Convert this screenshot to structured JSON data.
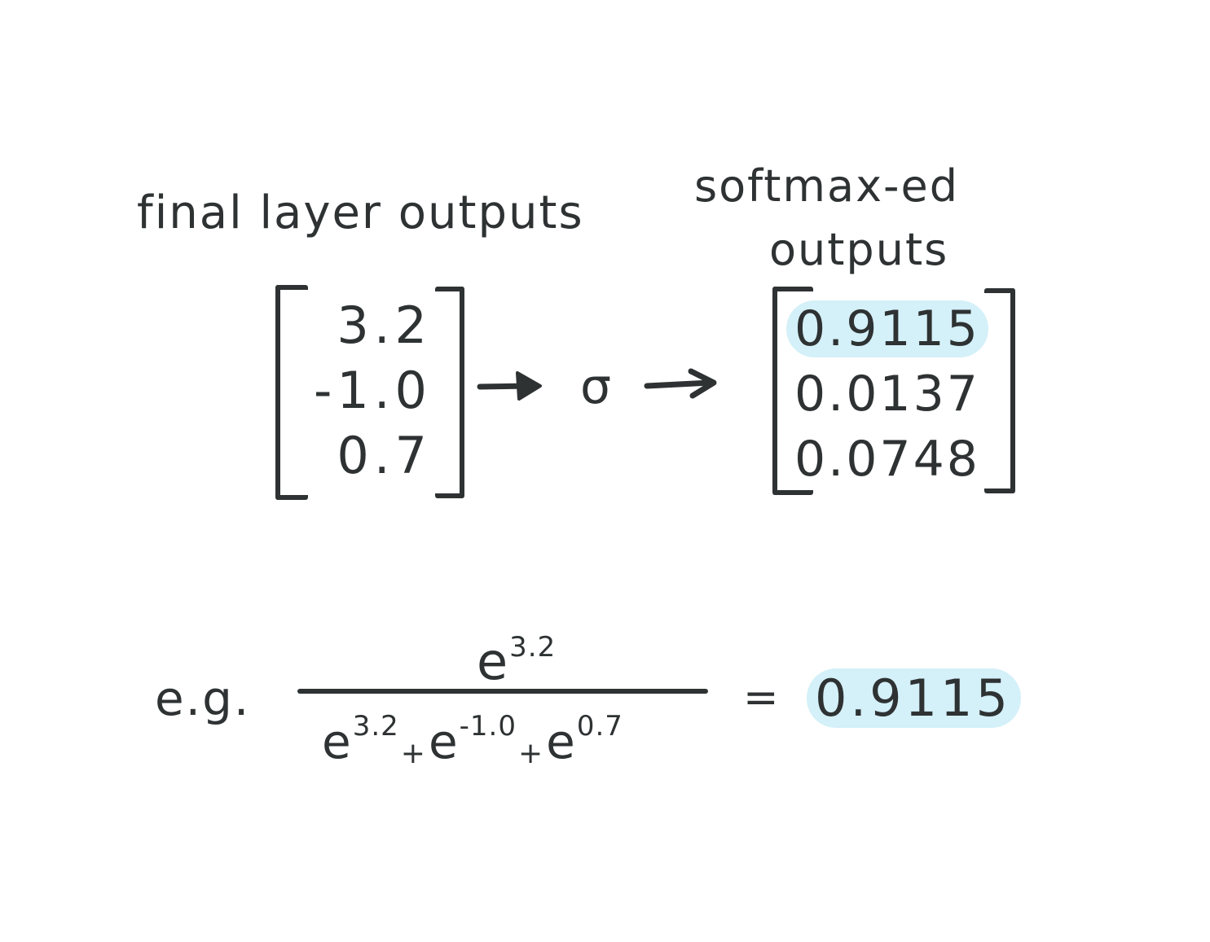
{
  "diagram": {
    "input": {
      "label": "final layer outputs",
      "values": [
        "3.2",
        "-1.0",
        "0.7"
      ]
    },
    "operation": {
      "symbol": "σ",
      "icon": "arrow-right-icon"
    },
    "output": {
      "label_line1": "softmax-ed",
      "label_line2": "outputs",
      "values": [
        "0.9115",
        "0.0137",
        "0.0748"
      ],
      "highlighted_index": 0
    },
    "example": {
      "prefix": "e.g.",
      "numerator_base": "e",
      "numerator_exp": "3.2",
      "denominator": [
        {
          "base": "e",
          "exp": "3.2"
        },
        {
          "base": "e",
          "exp": "-1.0"
        },
        {
          "base": "e",
          "exp": "0.7"
        }
      ],
      "plus": "+",
      "equals": "=",
      "result": "0.9115"
    },
    "colors": {
      "ink": "#2e3233",
      "highlight": "#d4f0f8",
      "background": "#ffffff"
    }
  }
}
